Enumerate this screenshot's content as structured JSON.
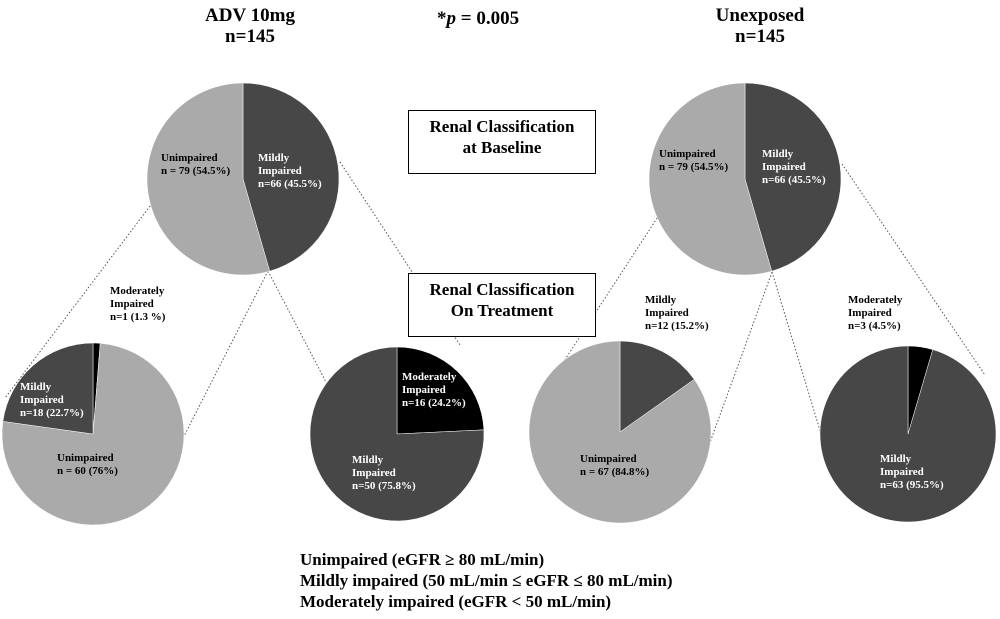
{
  "headers": {
    "left_title": "ADV 10mg",
    "left_n": "n=145",
    "p_star": "*",
    "p_italic": "p",
    "p_rest": " = 0.005",
    "right_title": "Unexposed",
    "right_n": "n=145"
  },
  "boxes": {
    "baseline_line1": "Renal Classification",
    "baseline_line2": "at Baseline",
    "treatment_line1": "Renal Classification",
    "treatment_line2": "On Treatment"
  },
  "legend": {
    "line1": "Unimpaired (eGFR ≥ 80 mL/min)",
    "line2": "Mildly impaired (50 mL/min ≤ eGFR ≤ 80 mL/min)",
    "line3": "Moderately impaired (eGFR < 50 mL/min)"
  },
  "colors": {
    "unimpaired": "#aaaaaa",
    "mildly": "#474747",
    "moderately": "#000000"
  },
  "chart_data": [
    {
      "type": "pie",
      "title": "ADV 10mg — Renal Classification at Baseline",
      "slices": [
        {
          "category": "mildly",
          "value": 66,
          "percent": 45.5,
          "label_lines": [
            "Mildly",
            "Impaired",
            "n=66 (45.5%)"
          ]
        },
        {
          "category": "unimpaired",
          "value": 79,
          "percent": 54.5,
          "label_lines": [
            "Unimpaired",
            "n = 79 (54.5%)"
          ]
        }
      ]
    },
    {
      "type": "pie",
      "title": "ADV 10mg — Baseline Unimpaired, On Treatment",
      "slices": [
        {
          "category": "moderately",
          "value": 1,
          "percent": 1.3,
          "label_lines": [
            "Moderately",
            "Impaired",
            "n=1 (1.3 %)"
          ]
        },
        {
          "category": "unimpaired",
          "value": 60,
          "percent": 76,
          "label_lines": [
            "Unimpaired",
            "n = 60 (76%)"
          ]
        },
        {
          "category": "mildly",
          "value": 18,
          "percent": 22.7,
          "label_lines": [
            "Mildly",
            "Impaired",
            "n=18 (22.7%)"
          ]
        }
      ]
    },
    {
      "type": "pie",
      "title": "ADV 10mg — Baseline Mildly Impaired, On Treatment",
      "slices": [
        {
          "category": "moderately",
          "value": 16,
          "percent": 24.2,
          "label_lines": [
            "Moderately",
            "Impaired",
            "n=16 (24.2%)"
          ]
        },
        {
          "category": "mildly",
          "value": 50,
          "percent": 75.8,
          "label_lines": [
            "Mildly",
            "Impaired",
            "n=50 (75.8%)"
          ]
        }
      ]
    },
    {
      "type": "pie",
      "title": "Unexposed — Renal Classification at Baseline",
      "slices": [
        {
          "category": "mildly",
          "value": 66,
          "percent": 45.5,
          "label_lines": [
            "Mildly",
            "Impaired",
            "n=66 (45.5%)"
          ]
        },
        {
          "category": "unimpaired",
          "value": 79,
          "percent": 54.5,
          "label_lines": [
            "Unimpaired",
            "n = 79 (54.5%)"
          ]
        }
      ]
    },
    {
      "type": "pie",
      "title": "Unexposed — Baseline Unimpaired, On Treatment",
      "slices": [
        {
          "category": "mildly",
          "value": 12,
          "percent": 15.2,
          "label_lines": [
            "Mildly",
            "Impaired",
            "n=12 (15.2%)"
          ]
        },
        {
          "category": "unimpaired",
          "value": 67,
          "percent": 84.8,
          "label_lines": [
            "Unimpaired",
            "n = 67 (84.8%)"
          ]
        }
      ]
    },
    {
      "type": "pie",
      "title": "Unexposed — Baseline Mildly Impaired, On Treatment",
      "slices": [
        {
          "category": "moderately",
          "value": 3,
          "percent": 4.5,
          "label_lines": [
            "Moderately",
            "Impaired",
            "n=3 (4.5%)"
          ]
        },
        {
          "category": "mildly",
          "value": 63,
          "percent": 95.5,
          "label_lines": [
            "Mildly",
            "Impaired",
            "n=63 (95.5%)"
          ]
        }
      ]
    }
  ]
}
